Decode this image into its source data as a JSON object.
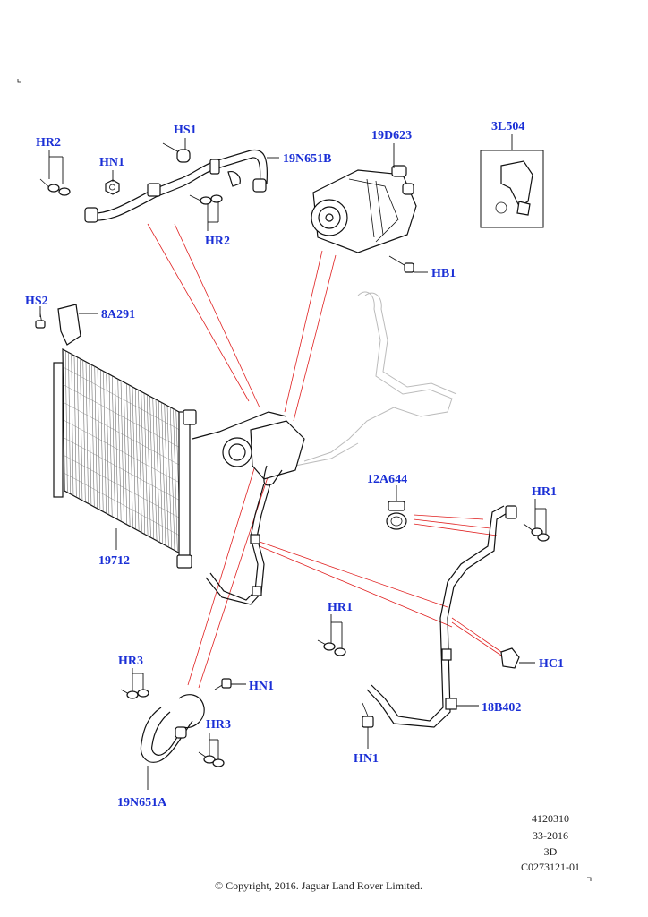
{
  "callouts": {
    "hr2_top": "HR2",
    "hn1_top": "HN1",
    "hs1": "HS1",
    "n19n651b": "19N651B",
    "n19d623": "19D623",
    "n3l504": "3L504",
    "hr2_mid": "HR2",
    "hb1": "HB1",
    "hs2": "HS2",
    "n8a291": "8A291",
    "n12a644": "12A644",
    "hr1_right": "HR1",
    "n19712": "19712",
    "hr1_mid": "HR1",
    "hc1": "HC1",
    "hr3_top": "HR3",
    "hn1_mid": "HN1",
    "n18b402": "18B402",
    "hr3_bot": "HR3",
    "hn1_bot": "HN1",
    "n19n651a": "19N651A"
  },
  "meta": {
    "ref": "4120310",
    "date": "33-2016",
    "view": "3D",
    "code": "C0273121-01"
  },
  "copyright": "© Copyright, 2016. Jaguar Land Rover Limited.",
  "colors": {
    "callout": "#1a2fd6",
    "leader": "#111111",
    "pointer": "#e02020"
  }
}
